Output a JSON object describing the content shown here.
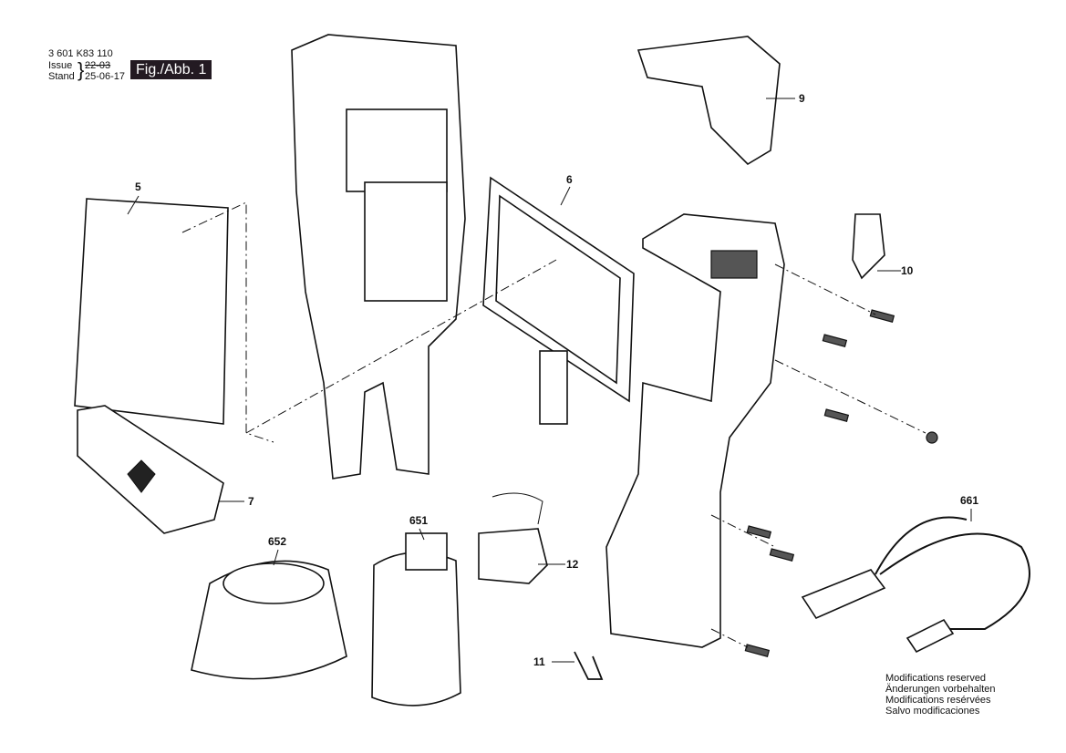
{
  "header": {
    "part_number": "3 601 K83 110",
    "issue_label": "Issue",
    "issue_value": "22-03",
    "stand_label": "Stand",
    "stand_value": "25-06-17",
    "figure_label": "Fig./Abb. 1"
  },
  "callouts": {
    "c5": "5",
    "c6": "6",
    "c7": "7",
    "c9": "9",
    "c10": "10",
    "c11": "11",
    "c12": "12",
    "c651": "651",
    "c652": "652",
    "c661": "661"
  },
  "footer": {
    "lines": [
      "Modifications reserved",
      "Änderungen vorbehalten",
      "Modifications resérvées",
      "Salvo modificaciones"
    ]
  }
}
